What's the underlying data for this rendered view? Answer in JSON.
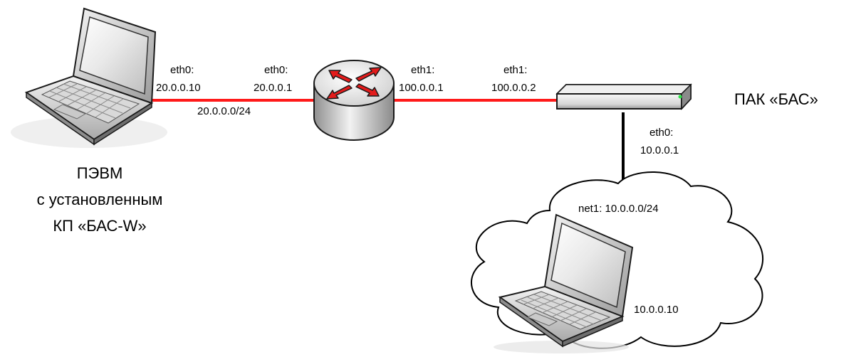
{
  "pc": {
    "port_name": "eth0:",
    "port_ip": "20.0.0.10",
    "caption_lines": [
      "ПЭВМ",
      "с установленным",
      "КП «БАС-W»"
    ]
  },
  "router": {
    "left_port_name": "eth0:",
    "left_port_ip": "20.0.0.1",
    "right_port_name": "eth1:",
    "right_port_ip": "100.0.0.1"
  },
  "link_left": {
    "network": "20.0.0.0/24"
  },
  "pak": {
    "title": "ПАК «БАС»",
    "eth1_name": "eth1:",
    "eth1_ip": "100.0.0.2",
    "eth0_name": "eth0:",
    "eth0_ip": "10.0.0.1"
  },
  "cloud": {
    "network_label": "net1: 10.0.0.0/24",
    "host_ip": "10.0.0.10"
  },
  "colors": {
    "link": "#ff1a1a",
    "router_arrow": "#e31b1b",
    "outline": "#000000"
  }
}
